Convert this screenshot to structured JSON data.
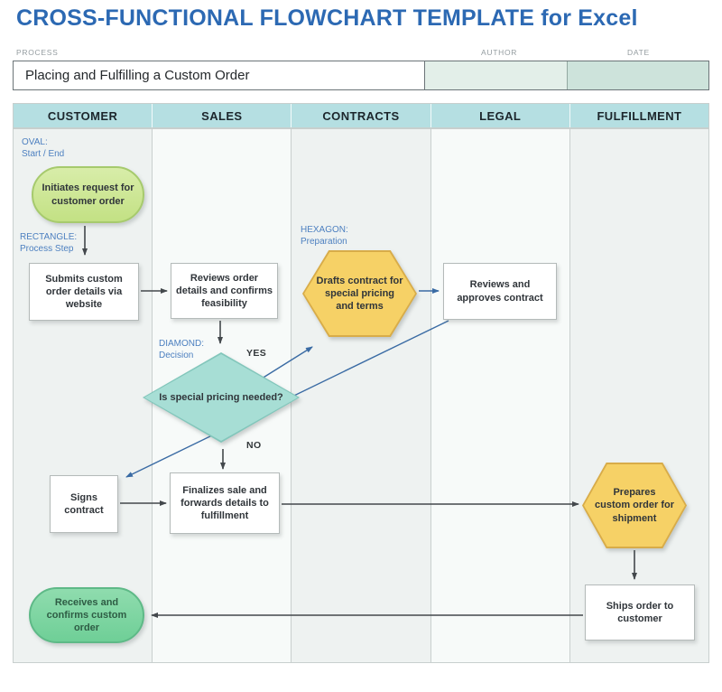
{
  "title": "CROSS-FUNCTIONAL FLOWCHART TEMPLATE for Excel",
  "meta": {
    "process_label": "PROCESS",
    "author_label": "AUTHOR",
    "date_label": "DATE",
    "process_value": "Placing and Fulfilling a Custom Order",
    "author_value": "",
    "date_value": ""
  },
  "lanes": [
    {
      "label": "CUSTOMER"
    },
    {
      "label": "SALES"
    },
    {
      "label": "CONTRACTS"
    },
    {
      "label": "LEGAL"
    },
    {
      "label": "FULFILLMENT"
    }
  ],
  "annotations": {
    "oval": {
      "title": "OVAL:",
      "subtitle": "Start / End"
    },
    "rectangle": {
      "title": "RECTANGLE:",
      "subtitle": "Process Step"
    },
    "diamond": {
      "title": "DIAMOND:",
      "subtitle": "Decision"
    },
    "hexagon": {
      "title": "HEXAGON:",
      "subtitle": "Preparation"
    }
  },
  "nodes": {
    "initiates": "Initiates request for customer order",
    "submits": "Submits custom order details via website",
    "reviews_order": "Reviews order details and confirms feasibility",
    "decision": "Is special pricing needed?",
    "drafts": "Drafts contract for special pricing and terms",
    "approves": "Reviews and approves contract",
    "signs": "Signs contract",
    "finalizes": "Finalizes sale and forwards details to fulfillment",
    "prepares": "Prepares custom order for shipment",
    "ships": "Ships order to customer",
    "receives": "Receives and confirms custom order"
  },
  "edge_labels": {
    "yes": "YES",
    "no": "NO"
  },
  "colors": {
    "title_blue": "#2c69b3",
    "annotation_blue": "#4d80c0",
    "header_band": "#b5dfe2",
    "lane_light": "#eef2f1",
    "lane_lighter": "#f7faf9",
    "oval_start_fill": "#cfe79b",
    "oval_end_fill": "#7fd7a4",
    "diamond_fill": "#a7ded5",
    "hexagon_fill": "#f6d166",
    "process_step_fill": "#ffffff",
    "meta_author_fill": "#e3efe9",
    "meta_date_fill": "#cde3db",
    "arrow_dark": "#43484c",
    "arrow_blue": "#3a6ba4"
  }
}
